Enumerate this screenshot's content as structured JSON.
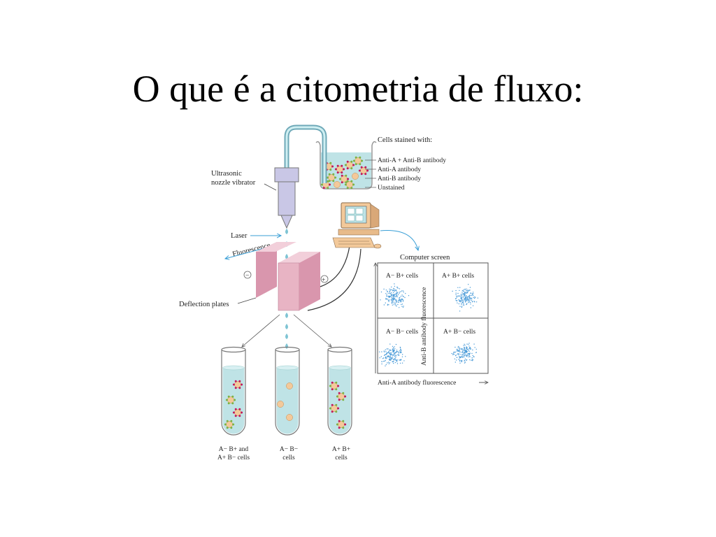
{
  "title": "O que é a citometria de fluxo:",
  "diagram": {
    "cells_stained_with": "Cells stained with:",
    "legend": [
      {
        "label": "Anti-A + Anti-B antibody"
      },
      {
        "label": "Anti-A antibody"
      },
      {
        "label": "Anti-B antibody"
      },
      {
        "label": "Unstained"
      }
    ],
    "nozzle_label_line1": "Ultrasonic",
    "nozzle_label_line2": "nozzle vibrator",
    "laser_label": "Laser",
    "fluorescence_label": "Fluorescence",
    "minus_sign": "−",
    "plus_sign": "+",
    "deflection_label": "Deflection plates",
    "computer_screen_label": "Computer screen",
    "y_axis_label": "Anti-B antibody fluorescence",
    "x_axis_label": "Anti-A antibody fluorescence",
    "quadrants": [
      {
        "label": "A− B+ cells"
      },
      {
        "label": "A+ B+ cells"
      },
      {
        "label": "A− B− cells"
      },
      {
        "label": "A+ B− cells"
      }
    ],
    "tubes": [
      {
        "label_line1": "A− B+ and",
        "label_line2": "A+ B− cells"
      },
      {
        "label_line1": "A− B−",
        "label_line2": "cells"
      },
      {
        "label_line1": "A+ B+",
        "label_line2": "cells"
      }
    ],
    "colors": {
      "liquid": "#bfe3e6",
      "plate": "#e8b4c4",
      "nozzle": "#c9c7e6",
      "cell": "#f3c99a",
      "anti_a": "#c2185b",
      "anti_b": "#7cb342",
      "arrow_blue": "#3a9fd6",
      "dots": "#4a9bd8"
    }
  }
}
